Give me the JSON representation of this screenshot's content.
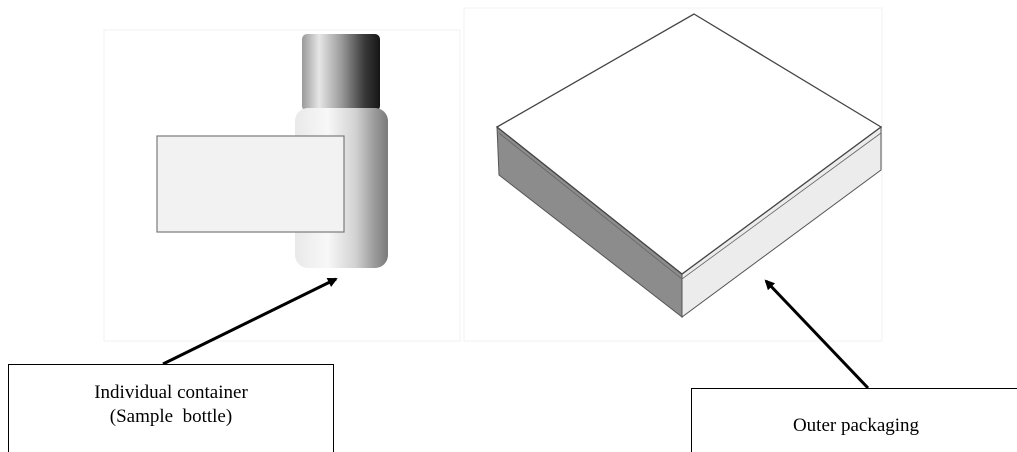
{
  "labels": {
    "individual_container": {
      "line1": "Individual container",
      "line2": "(Sample  bottle)"
    },
    "outer_packaging": "Outer packaging"
  },
  "colors": {
    "outline": "#000000",
    "label_fill": "#f2f2f2",
    "box_top": "#ffffff",
    "box_left_face": "#8c8c8c",
    "box_right_face": "#ececec"
  }
}
